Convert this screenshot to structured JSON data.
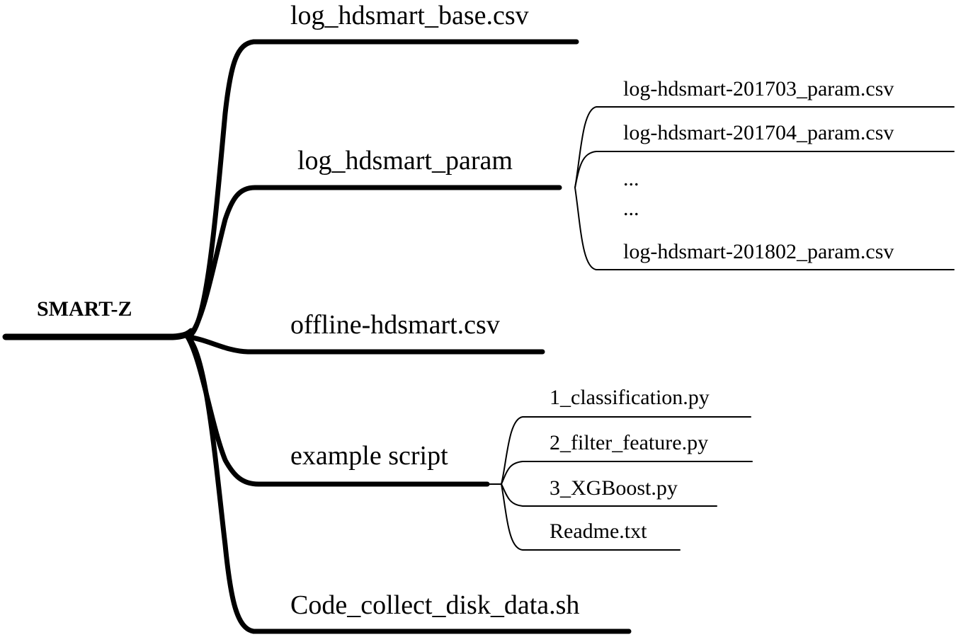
{
  "colors": {
    "line": "#000000",
    "text": "#000000",
    "background": "#ffffff"
  },
  "root": {
    "label": "SMART-Z"
  },
  "branches": [
    {
      "id": "base",
      "label": "log_hdsmart_base.csv"
    },
    {
      "id": "param",
      "label": "log_hdsmart_param",
      "children": [
        "log-hdsmart-201703_param.csv",
        "log-hdsmart-201704_param.csv",
        "...",
        "...",
        "log-hdsmart-201802_param.csv"
      ]
    },
    {
      "id": "offline",
      "label": "offline-hdsmart.csv"
    },
    {
      "id": "script",
      "label": "example script",
      "children": [
        "1_classification.py",
        "2_filter_feature.py",
        "3_XGBoost.py",
        "Readme.txt"
      ]
    },
    {
      "id": "code",
      "label": "Code_collect_disk_data.sh"
    }
  ]
}
